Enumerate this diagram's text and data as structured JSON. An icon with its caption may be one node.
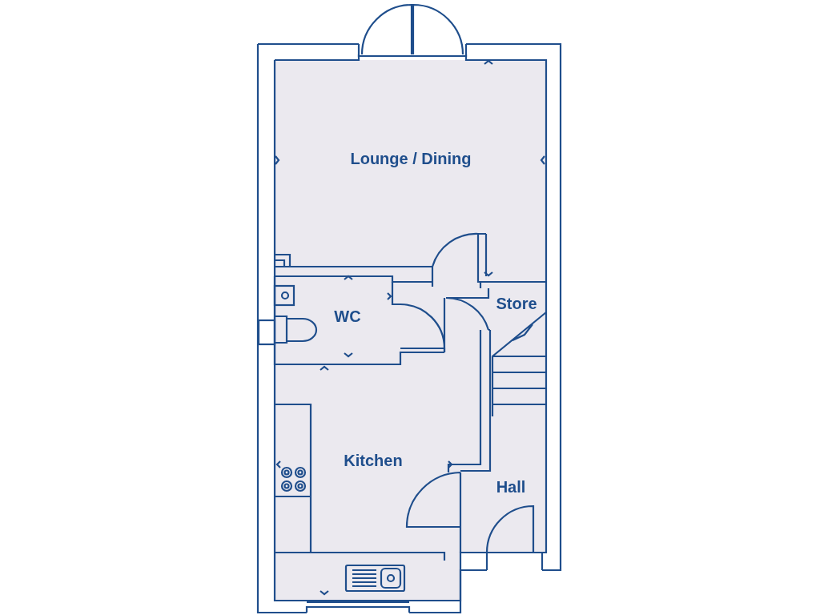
{
  "diagram": {
    "nodes": [
      {
        "text": [
          "Lounge / Dining"
        ]
      },
      {
        "text": [
          "WC"
        ]
      },
      {
        "text": [
          "Store"
        ]
      },
      {
        "text": [
          "Kitchen"
        ]
      },
      {
        "text": [
          "Hall"
        ]
      }
    ]
  }
}
